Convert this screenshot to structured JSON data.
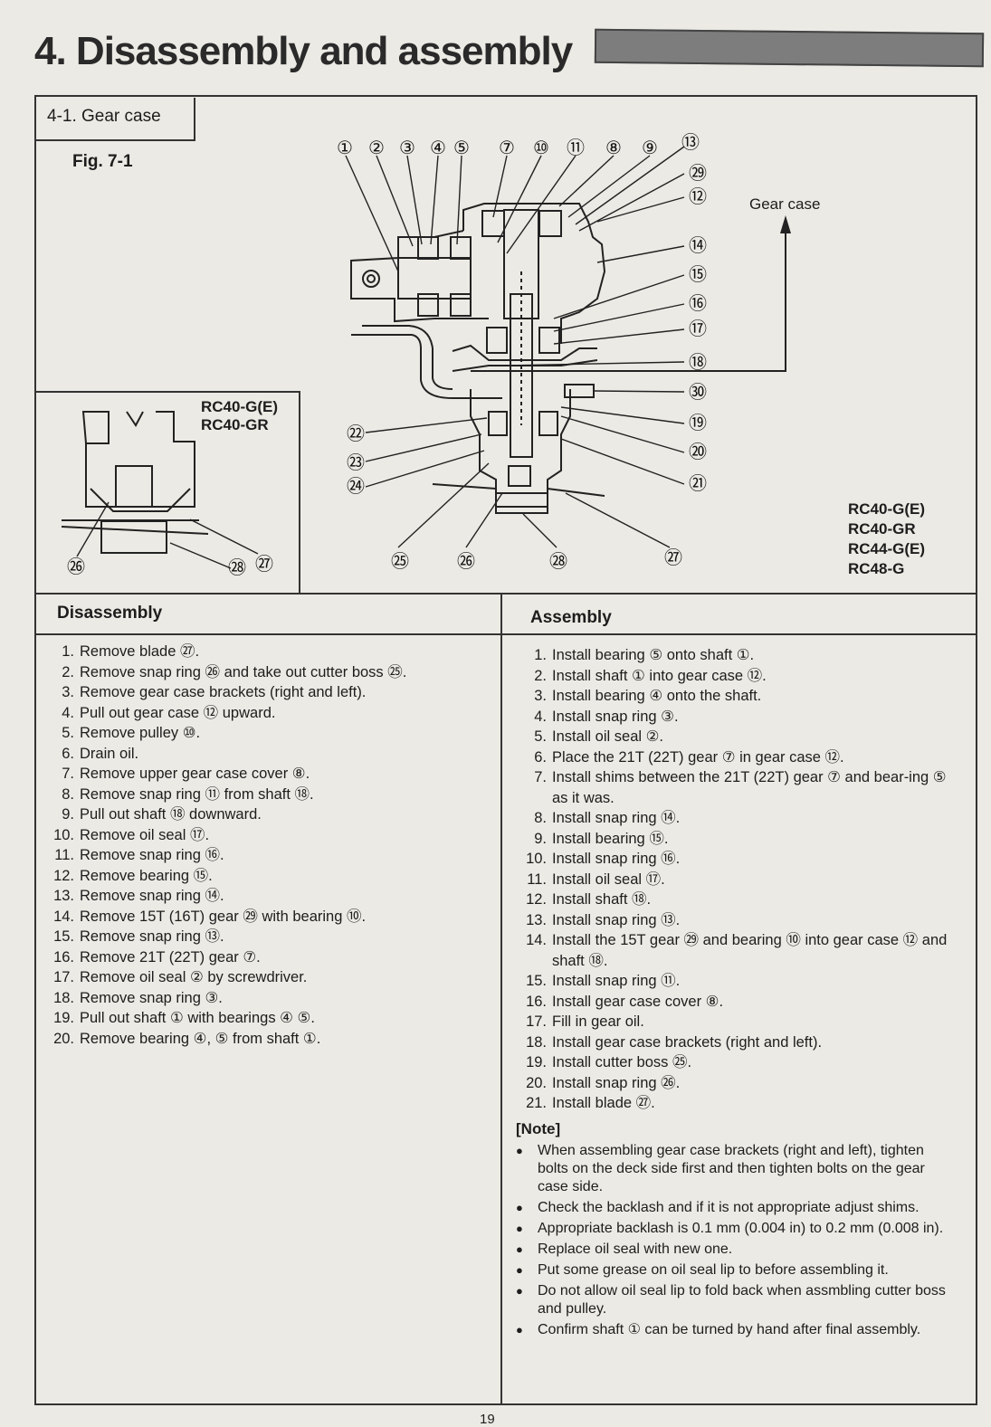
{
  "header": {
    "title": "4. Disassembly and assembly"
  },
  "section": {
    "label": "4-1. Gear case"
  },
  "figure": {
    "label": "Fig. 7-1",
    "gear_case_label": "Gear case",
    "inset_models": [
      "RC40-G(E)",
      "RC40-GR"
    ],
    "main_models": [
      "RC40-G(E)",
      "RC40-GR",
      "RC44-G(E)",
      "RC48-G"
    ],
    "top_callouts": [
      "①",
      "②",
      "③",
      "④",
      "⑤",
      "⑦",
      "⑩",
      "⑪",
      "⑧",
      "⑨",
      "⑬"
    ],
    "right_callouts": [
      "㉙",
      "⑫",
      "⑭",
      "⑮",
      "⑯",
      "⑰",
      "⑱",
      "㉚",
      "⑲",
      "⑳",
      "㉑"
    ],
    "left_callouts": [
      "㉒",
      "㉓",
      "㉔"
    ],
    "bottom_callouts": [
      "㉕",
      "㉖",
      "㉘",
      "㉗"
    ],
    "inset_callouts": [
      "㉖",
      "㉘",
      "㉗"
    ]
  },
  "disassembly": {
    "heading": "Disassembly",
    "steps": [
      {
        "n": "1.",
        "t": "Remove blade ㉗."
      },
      {
        "n": "2.",
        "t": "Remove snap ring ㉖ and take out cutter boss ㉕."
      },
      {
        "n": "3.",
        "t": "Remove gear case brackets (right and left)."
      },
      {
        "n": "4.",
        "t": "Pull out gear case ⑫ upward."
      },
      {
        "n": "5.",
        "t": "Remove pulley ⑩."
      },
      {
        "n": "6.",
        "t": "Drain oil."
      },
      {
        "n": "7.",
        "t": "Remove upper gear case cover ⑧."
      },
      {
        "n": "8.",
        "t": "Remove snap ring ⑪ from shaft ⑱."
      },
      {
        "n": "9.",
        "t": "Pull out shaft ⑱ downward."
      },
      {
        "n": "10.",
        "t": "Remove oil seal ⑰."
      },
      {
        "n": "11.",
        "t": "Remove snap ring ⑯."
      },
      {
        "n": "12.",
        "t": "Remove bearing ⑮."
      },
      {
        "n": "13.",
        "t": "Remove snap ring ⑭."
      },
      {
        "n": "14.",
        "t": "Remove 15T (16T) gear ㉙ with bearing ⑩."
      },
      {
        "n": "15.",
        "t": "Remove snap ring ⑬."
      },
      {
        "n": "16.",
        "t": "Remove 21T (22T) gear ⑦."
      },
      {
        "n": "17.",
        "t": "Remove oil seal ② by screwdriver."
      },
      {
        "n": "18.",
        "t": "Remove snap ring ③."
      },
      {
        "n": "19.",
        "t": "Pull out shaft ① with bearings ④ ⑤."
      },
      {
        "n": "20.",
        "t": "Remove bearing ④, ⑤ from shaft ①."
      }
    ]
  },
  "assembly": {
    "heading": "Assembly",
    "steps": [
      {
        "n": "1.",
        "t": "Install bearing ⑤ onto shaft ①."
      },
      {
        "n": "2.",
        "t": "Install shaft ① into gear case ⑫."
      },
      {
        "n": "3.",
        "t": "Install bearing ④ onto the shaft."
      },
      {
        "n": "4.",
        "t": "Install snap ring ③."
      },
      {
        "n": "5.",
        "t": "Install oil seal ②."
      },
      {
        "n": "6.",
        "t": "Place the 21T (22T) gear ⑦ in gear case ⑫."
      },
      {
        "n": "7.",
        "t": "Install shims between the 21T (22T) gear ⑦ and bear-ing ⑤ as it was."
      },
      {
        "n": "8.",
        "t": "Install snap ring ⑭."
      },
      {
        "n": "9.",
        "t": "Install bearing ⑮."
      },
      {
        "n": "10.",
        "t": "Install snap ring ⑯."
      },
      {
        "n": "11.",
        "t": "Install oil seal ⑰."
      },
      {
        "n": "12.",
        "t": "Install shaft ⑱."
      },
      {
        "n": "13.",
        "t": "Install snap ring ⑬."
      },
      {
        "n": "14.",
        "t": "Install the 15T gear ㉙ and bearing ⑩ into gear case ⑫ and shaft ⑱."
      },
      {
        "n": "15.",
        "t": "Install snap ring ⑪."
      },
      {
        "n": "16.",
        "t": "Install gear case cover ⑧."
      },
      {
        "n": "17.",
        "t": "Fill in gear oil."
      },
      {
        "n": "18.",
        "t": "Install gear case brackets (right and left)."
      },
      {
        "n": "19.",
        "t": "Install cutter boss ㉕."
      },
      {
        "n": "20.",
        "t": "Install snap ring ㉖."
      },
      {
        "n": "21.",
        "t": "Install blade ㉗."
      }
    ]
  },
  "notes": {
    "title": "[Note]",
    "items": [
      "When assembling gear case brackets (right and left), tighten bolts on the deck side first and then tighten bolts on the gear case side.",
      "Check the backlash and if it is not appropriate adjust shims.",
      "Appropriate backlash is 0.1 mm (0.004 in) to 0.2 mm (0.008 in).",
      "Replace oil seal with new one.",
      "Put some grease on oil seal lip to before assembling it.",
      "Do not allow oil seal lip to fold back when assmbling cutter boss and pulley.",
      "Confirm shaft ① can be turned by hand after final assembly."
    ]
  },
  "page_number": "19"
}
